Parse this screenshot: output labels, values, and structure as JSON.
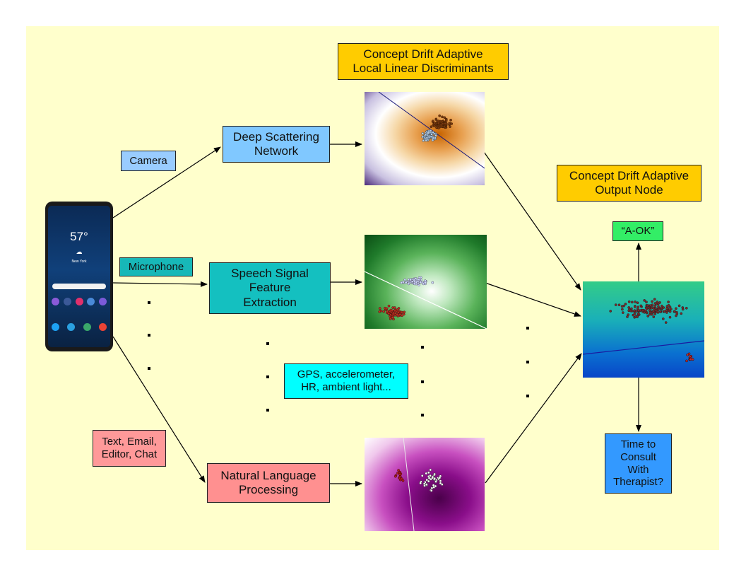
{
  "title_box_1": {
    "line1": "Concept Drift Adaptive",
    "line2": "Local Linear Discriminants"
  },
  "title_box_2": {
    "line1": "Concept Drift Adaptive",
    "line2": "Output Node"
  },
  "inputs": {
    "camera": "Camera",
    "microphone": "Microphone",
    "text": "Text, Email,\nEditor, Chat",
    "sensors": "GPS, accelerometer,\nHR, ambient light..."
  },
  "processors": {
    "scattering": "Deep Scattering\nNetwork",
    "speech": "Speech Signal\nFeature\nExtraction",
    "nlp": "Natural Language\nProcessing"
  },
  "outputs": {
    "ok": "“A-OK”",
    "therapist": "Time to\nConsult\nWith\nTherapist?"
  },
  "phone": {
    "time": "57°",
    "city": "New York"
  },
  "colors": {
    "background": "#ffffcc",
    "title": "#ffcc00",
    "camera": "#99ccff",
    "scattering": "#80c8ff",
    "microphone": "#17b8b8",
    "speech": "#14c0c0",
    "sensors": "#00ffff",
    "text": "#ff9999",
    "nlp": "#ff9090",
    "ok": "#33ee66",
    "therapist": "#3399ff"
  }
}
